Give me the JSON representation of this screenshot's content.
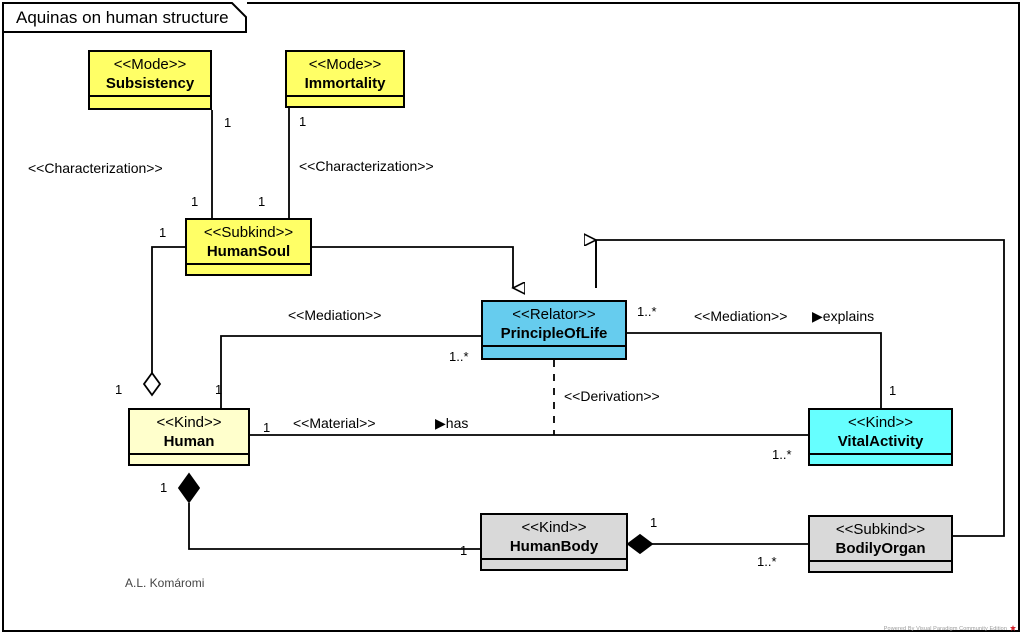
{
  "diagram": {
    "title": "Aquinas on human structure",
    "signature": "A.L. Komáromi",
    "watermark": "Powered By  Visual Paradigm Community Edition"
  },
  "colors": {
    "mode_yellow": "#ffff66",
    "kind_pale_yellow": "#ffffcc",
    "relator_blue": "#66ccee",
    "kind_cyan": "#66ffff",
    "kind_gray": "#d9d9d9",
    "line": "#000000",
    "watermark_red": "#d3202a"
  },
  "classes": [
    {
      "id": "subsistency",
      "stereotype": "<<Mode>>",
      "name": "Subsistency",
      "color": "#ffff66"
    },
    {
      "id": "immortality",
      "stereotype": "<<Mode>>",
      "name": "Immortality",
      "color": "#ffff66"
    },
    {
      "id": "humansoul",
      "stereotype": "<<Subkind>>",
      "name": "HumanSoul",
      "color": "#ffff66"
    },
    {
      "id": "principleoflife",
      "stereotype": "<<Relator>>",
      "name": "PrincipleOfLife",
      "color": "#66ccee"
    },
    {
      "id": "human",
      "stereotype": "<<Kind>>",
      "name": "Human",
      "color": "#ffffcc"
    },
    {
      "id": "vitalactivity",
      "stereotype": "<<Kind>>",
      "name": "VitalActivity",
      "color": "#66ffff"
    },
    {
      "id": "humanbody",
      "stereotype": "<<Kind>>",
      "name": "HumanBody",
      "color": "#d9d9d9"
    },
    {
      "id": "bodilyorgan",
      "stereotype": "<<Subkind>>",
      "name": "BodilyOrgan",
      "color": "#d9d9d9"
    }
  ],
  "relation_labels": {
    "characterization_left": "<<Characterization>>",
    "characterization_right": "<<Characterization>>",
    "mediation_left": "<<Mediation>>",
    "mediation_right": "<<Mediation>>",
    "derivation": "<<Derivation>>",
    "material": "<<Material>>"
  },
  "role_names": {
    "explains": "explains",
    "has": "has"
  },
  "multiplicities": {
    "subsistency_to_soul": "1",
    "immortality_to_soul": "1",
    "soul_from_subsistency": "1",
    "soul_from_immortality": "1",
    "soul_left": "1",
    "principle_right": "1..*",
    "principle_left": "1..*",
    "human_top": "1",
    "human_left": "1",
    "human_material": "1",
    "human_bottom": "1",
    "vitalactivity_top": "1",
    "vitalactivity_bottom": "1..*",
    "humanbody_left": "1",
    "humanbody_right": "1",
    "bodilyorgan_left": "1..*"
  }
}
